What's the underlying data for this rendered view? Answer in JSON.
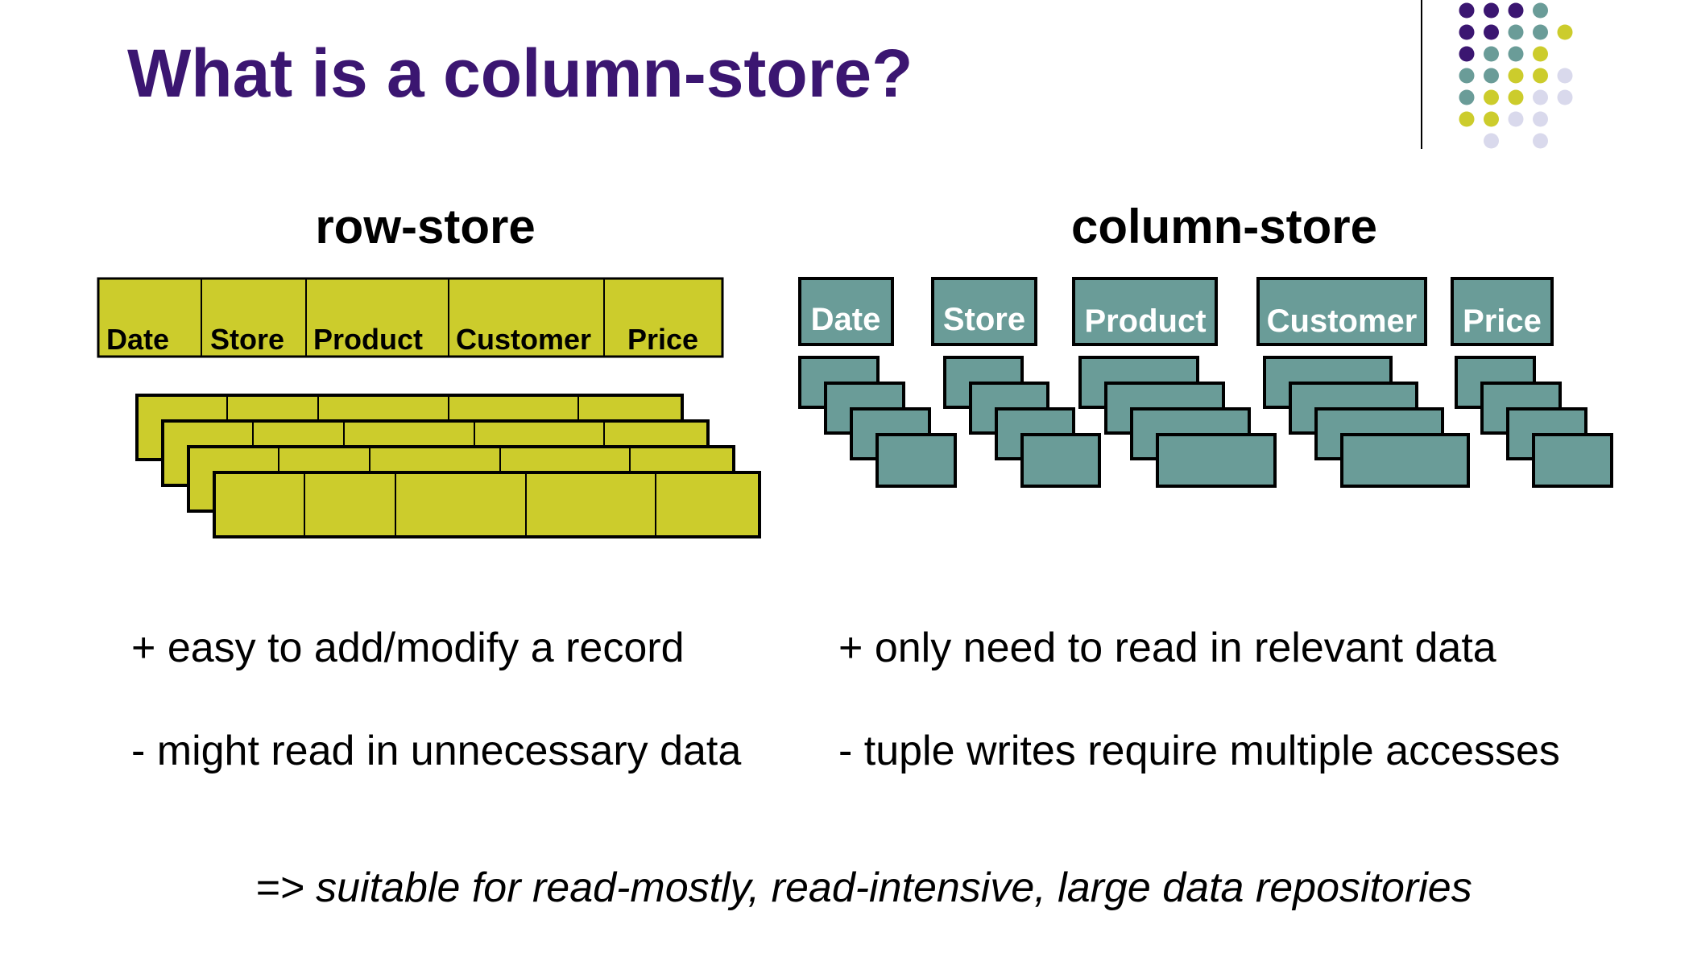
{
  "slide": {
    "title": "What is a column-store?",
    "conclusion": "=> suitable for read-mostly, read-intensive, large data repositories"
  },
  "row_store": {
    "heading": "row-store",
    "columns": [
      "Date",
      "Store",
      "Product",
      "Customer",
      "Price"
    ],
    "pros": "+ easy to add/modify a record",
    "cons": "- might read in unnecessary data"
  },
  "column_store": {
    "heading": "column-store",
    "columns": [
      "Date",
      "Store",
      "Product",
      "Customer",
      "Price"
    ],
    "pros": "+ only need to read in relevant data",
    "cons": "- tuple writes require multiple accesses"
  },
  "colors": {
    "title": "#3b1671",
    "row_fill": "#cccc2c",
    "column_fill": "#6a9c98",
    "outline": "#000000",
    "text": "#000000",
    "dot_purple": "#3b1671",
    "dot_teal": "#6a9c98",
    "dot_yellow": "#cccc2c",
    "dot_lavender": "#d9d9ec"
  }
}
